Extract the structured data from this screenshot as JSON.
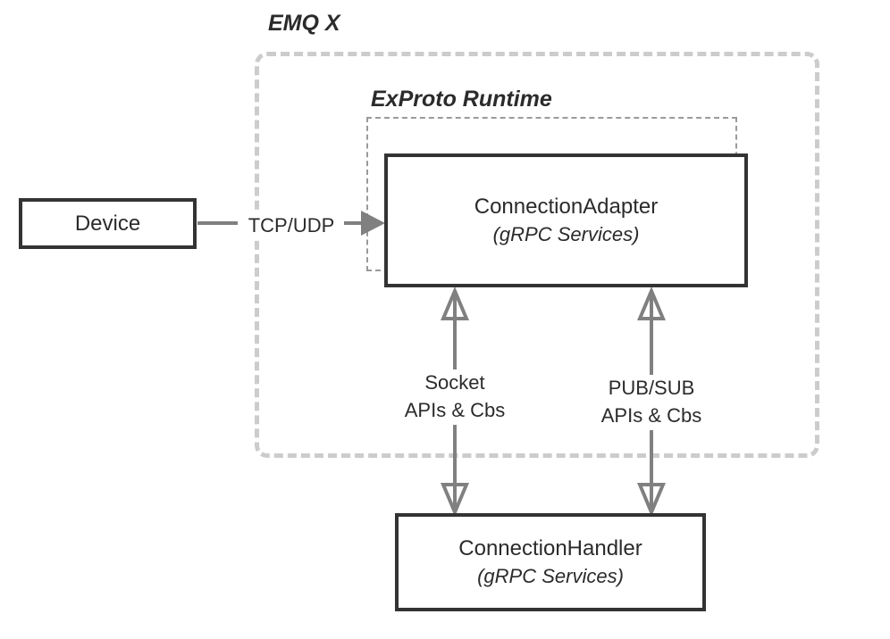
{
  "diagram": {
    "title": "EMQ X",
    "groups": [
      {
        "id": "emqx",
        "label": "EMQ X",
        "style": "dashed-rounded-gray"
      },
      {
        "id": "exproto",
        "label": "ExProto Runtime",
        "style": "dashed-gray"
      }
    ],
    "nodes": [
      {
        "id": "device",
        "title": "Device",
        "subtitle": ""
      },
      {
        "id": "connection-adapter",
        "title": "ConnectionAdapter",
        "subtitle": "(gRPC Services)"
      },
      {
        "id": "connection-handler",
        "title": "ConnectionHandler",
        "subtitle": "(gRPC Services)"
      }
    ],
    "edges": [
      {
        "id": "device-to-adapter",
        "label": "TCP/UDP",
        "from": "device",
        "to": "connection-adapter",
        "arrow": "single-filled",
        "direction": "right"
      },
      {
        "id": "adapter-handler-socket",
        "label_line1": "Socket",
        "label_line2": "APIs & Cbs",
        "from": "connection-adapter",
        "to": "connection-handler",
        "arrow": "double-hollow",
        "direction": "vertical"
      },
      {
        "id": "adapter-handler-pubsub",
        "label_line1": "PUB/SUB",
        "label_line2": "APIs & Cbs",
        "from": "connection-adapter",
        "to": "connection-handler",
        "arrow": "double-hollow",
        "direction": "vertical"
      }
    ],
    "colors": {
      "node_border": "#333333",
      "outer_dashed": "#cccccc",
      "inner_dashed": "#9a9a9a",
      "arrow": "#808080",
      "text": "#2b2b2b",
      "background": "#ffffff"
    }
  }
}
